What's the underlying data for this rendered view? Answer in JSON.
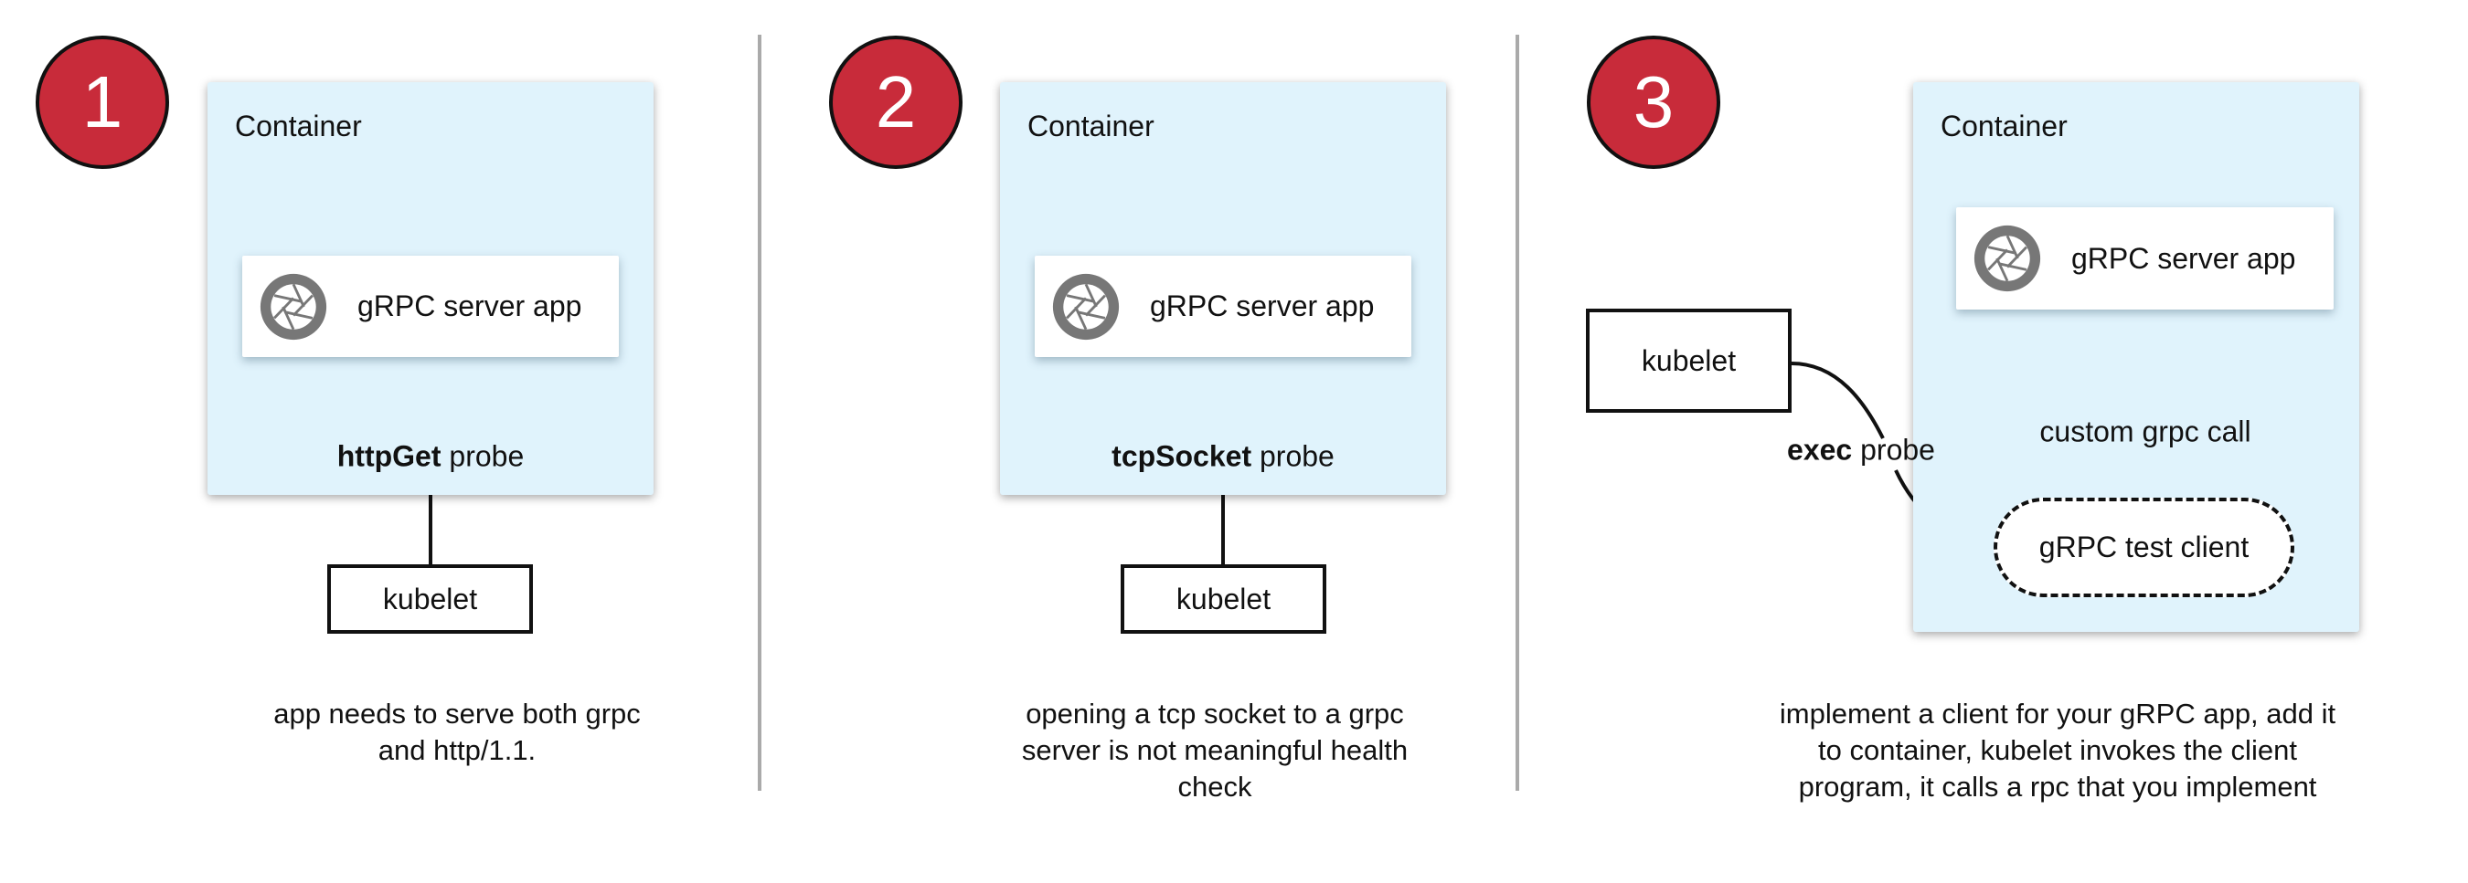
{
  "panels": [
    {
      "number": "1",
      "container_label": "Container",
      "server_label": "gRPC server app",
      "probe_bold": "httpGet",
      "probe_rest": " probe",
      "kubelet_label": "kubelet",
      "caption": "app needs to serve both grpc\nand http/1.1."
    },
    {
      "number": "2",
      "container_label": "Container",
      "server_label": "gRPC server app",
      "probe_bold": "tcpSocket",
      "probe_rest": " probe",
      "kubelet_label": "kubelet",
      "caption": "opening a tcp socket to a grpc\nserver is not meaningful health\ncheck"
    },
    {
      "number": "3",
      "container_label": "Container",
      "server_label": "gRPC server app",
      "probe_bold": "exec",
      "probe_rest": " probe",
      "kubelet_label": "kubelet",
      "client_label": "gRPC test client",
      "call_label": "custom grpc call",
      "caption": "implement a client for your gRPC app, add it\nto container, kubelet invokes the client\nprogram, it calls a rpc that you implement"
    }
  ],
  "colors": {
    "badge": "#c82b3a",
    "container": "#e0f3fc",
    "icon": "#777777",
    "divider": "#aaaaaa"
  },
  "icons": {
    "server": "grpc-aperture-icon"
  }
}
